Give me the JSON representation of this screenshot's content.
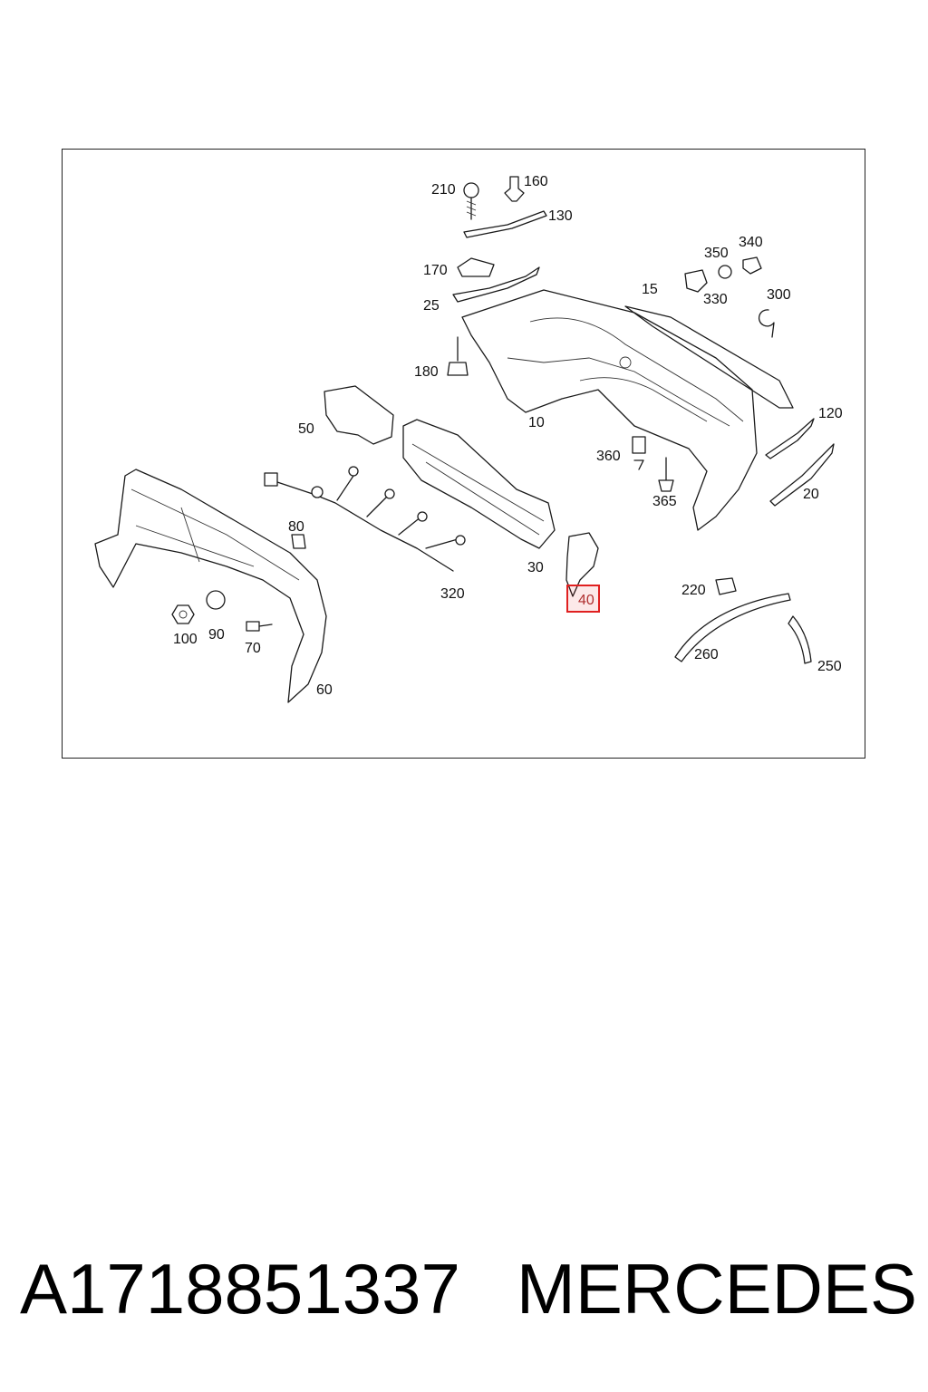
{
  "diagram": {
    "highlight": {
      "label": "40",
      "color": "#e02020"
    },
    "callouts": [
      "210",
      "160",
      "130",
      "170",
      "25",
      "15",
      "350",
      "340",
      "330",
      "300",
      "180",
      "10",
      "50",
      "120",
      "360",
      "365",
      "20",
      "80",
      "30",
      "320",
      "220",
      "260",
      "250",
      "100",
      "90",
      "70",
      "60"
    ]
  },
  "caption": {
    "part_number": "A1718851337",
    "brand": "MERCEDES"
  }
}
